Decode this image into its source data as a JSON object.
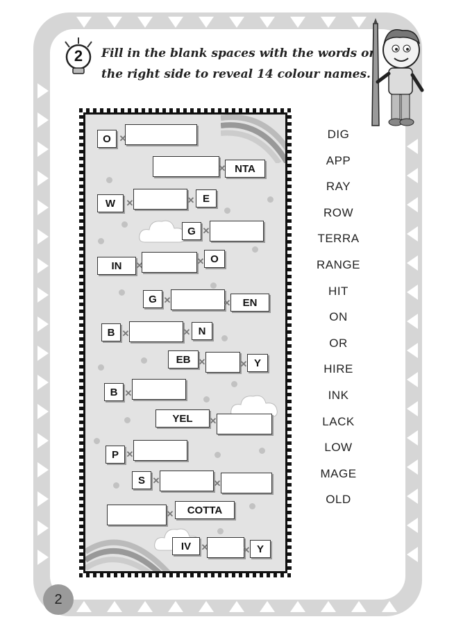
{
  "exercise_number": "2",
  "instruction_line1": "Fill in the blank spaces with the words on",
  "instruction_line2": "the right side to reveal 14 colour names.",
  "puzzle_rows": [
    {
      "fragments": [
        "O"
      ]
    },
    {
      "fragments": [
        "NTA"
      ]
    },
    {
      "fragments": [
        "W",
        "E"
      ]
    },
    {
      "fragments": [
        "G"
      ]
    },
    {
      "fragments": [
        "IN",
        "O"
      ]
    },
    {
      "fragments": [
        "G",
        "EN"
      ]
    },
    {
      "fragments": [
        "B",
        "N"
      ]
    },
    {
      "fragments": [
        "EB",
        "Y"
      ]
    },
    {
      "fragments": [
        "B"
      ]
    },
    {
      "fragments": [
        "YEL"
      ]
    },
    {
      "fragments": [
        "P"
      ]
    },
    {
      "fragments": [
        "S"
      ]
    },
    {
      "fragments": [
        "COTTA"
      ]
    },
    {
      "fragments": [
        "IV",
        "Y"
      ]
    }
  ],
  "word_bank": [
    "DIG",
    "APP",
    "RAY",
    "ROW",
    "TERRA",
    "RANGE",
    "HIT",
    "ON",
    "OR",
    "HIRE",
    "INK",
    "LACK",
    "LOW",
    "MAGE",
    "OLD"
  ],
  "page_number": "2",
  "icons": [
    "lightbulb-icon",
    "boy-with-pencil-illustration",
    "rainbow-icon",
    "cloud-icon"
  ]
}
